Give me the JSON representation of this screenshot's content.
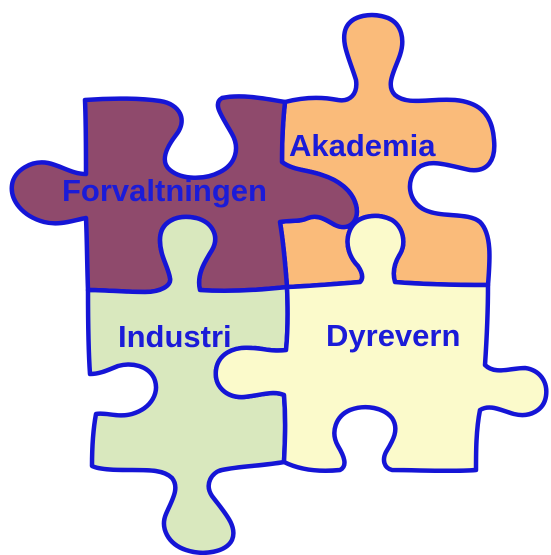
{
  "pieces": [
    {
      "id": "akademia",
      "label": "Akademia",
      "color": "#fabb7a"
    },
    {
      "id": "forvaltningen",
      "label": "Forvaltningen",
      "color": "#8f4a6c"
    },
    {
      "id": "industri",
      "label": "Industri",
      "color": "#d9e8be"
    },
    {
      "id": "dyrevern",
      "label": "Dyrevern",
      "color": "#fbfacb"
    }
  ],
  "outline_color": "#1515d6",
  "label_color": "#1b1bd8"
}
